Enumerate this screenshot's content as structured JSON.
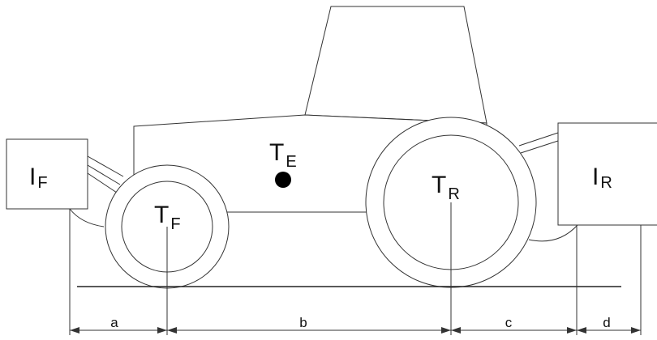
{
  "labels": {
    "front_implement": {
      "main": "I",
      "sub": "F"
    },
    "rear_implement": {
      "main": "I",
      "sub": "R"
    },
    "engine": {
      "main": "T",
      "sub": "E"
    },
    "front_axle": {
      "main": "T",
      "sub": "F"
    },
    "rear_axle": {
      "main": "T",
      "sub": "R"
    }
  },
  "dimensions": [
    "a",
    "b",
    "c",
    "d"
  ],
  "colors": {
    "line": "#333333",
    "marker": "#000000",
    "background": "#ffffff"
  }
}
